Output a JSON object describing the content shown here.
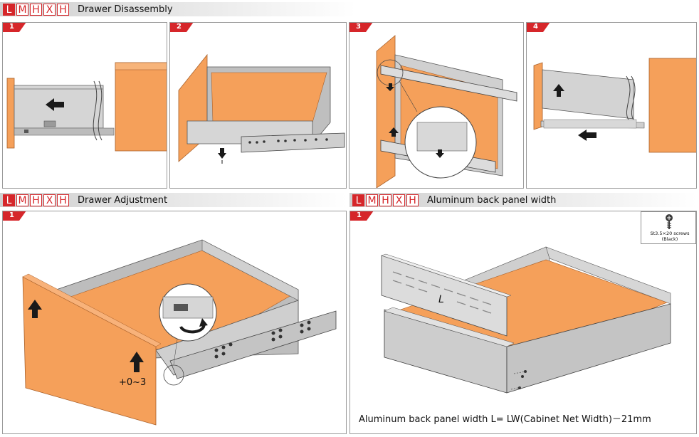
{
  "brand": {
    "letters": [
      "L",
      "M",
      "H",
      "X",
      "H"
    ]
  },
  "sections": {
    "disassembly": {
      "title": "Drawer Disassembly",
      "steps": [
        "1",
        "2",
        "3",
        "4"
      ]
    },
    "adjustment": {
      "title": "Drawer Adjustment",
      "step": "1",
      "adjust_label": "+0~3"
    },
    "back_panel": {
      "title": "Aluminum back panel width",
      "step": "1",
      "screw_spec": "St3.5×20 screws",
      "screw_color": "(Black)",
      "panel_label": "L",
      "formula": "Aluminum back panel width L= LW(Cabinet Net Width)－21mm"
    }
  },
  "colors": {
    "accent_red": "#d6262a",
    "drawer_orange": "#f5a05a",
    "rail_gray": "#c9c9c9",
    "arrow": "#1a1a1a"
  },
  "icons": [
    "arrow-left-icon",
    "arrow-up-icon",
    "arrow-down-icon",
    "screw-icon",
    "rotate-icon"
  ]
}
